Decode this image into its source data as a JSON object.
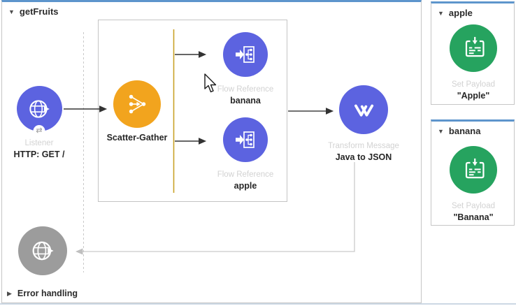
{
  "icons": {
    "collapse": "▼",
    "expand": "▶",
    "exchange": "⇄"
  },
  "colors": {
    "node_blue": "#5c63e0",
    "node_orange": "#f2a41e",
    "node_green": "#26a35f",
    "node_gray": "#9c9c9c",
    "accent_strip": "#5d95cc",
    "route_line_yellow": "#c9a227"
  },
  "flow": {
    "title": "getFruits",
    "error_handling_label": "Error handling",
    "listener": {
      "type": "Listener",
      "name": "HTTP: GET /"
    },
    "scatter_gather": {
      "name": "Scatter-Gather"
    },
    "flow_ref_banana": {
      "type": "Flow Reference",
      "name": "banana"
    },
    "flow_ref_apple": {
      "type": "Flow Reference",
      "name": "apple"
    },
    "transform": {
      "type": "Transform Message",
      "name": "Java to JSON"
    }
  },
  "subflows": [
    {
      "title": "apple",
      "step": {
        "type": "Set Payload",
        "name": "\"Apple\""
      }
    },
    {
      "title": "banana",
      "step": {
        "type": "Set Payload",
        "name": "\"Banana\""
      }
    }
  ]
}
